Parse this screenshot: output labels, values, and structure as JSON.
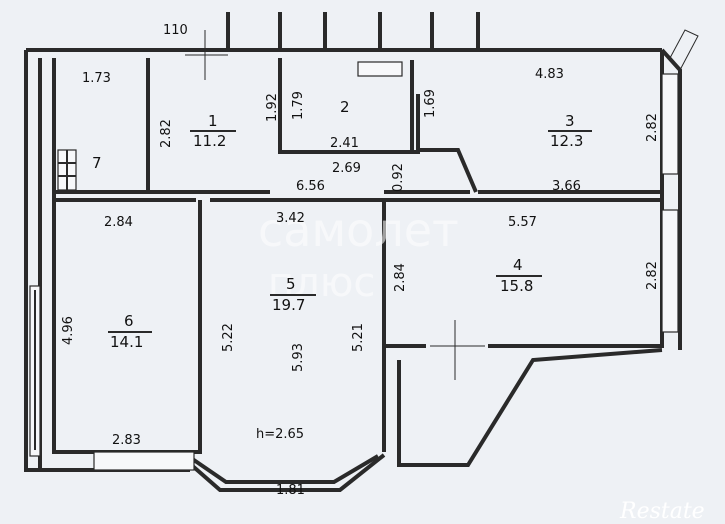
{
  "label_110": "110",
  "height_note": "h=2.65",
  "rooms": [
    {
      "id": "r1",
      "number": "1",
      "area": "11.2"
    },
    {
      "id": "r2",
      "number": "2",
      "area": ""
    },
    {
      "id": "r3",
      "number": "3",
      "area": "12.3"
    },
    {
      "id": "r4",
      "number": "4",
      "area": "15.8"
    },
    {
      "id": "r5",
      "number": "5",
      "area": "19.7"
    },
    {
      "id": "r6",
      "number": "6",
      "area": "14.1"
    },
    {
      "id": "r7",
      "number": "7",
      "area": ""
    }
  ],
  "dims": {
    "d173": "1.73",
    "d282a": "2.82",
    "d192": "1.92",
    "d179": "1.79",
    "d241": "2.41",
    "d269": "2.69",
    "d169": "1.69",
    "d483": "4.83",
    "d282b": "2.82",
    "d092": "0.92",
    "d656": "6.56",
    "d366": "3.66",
    "d284a": "2.84",
    "d342": "3.42",
    "d557": "5.57",
    "d284b": "2.84",
    "d282c": "2.82",
    "d496": "4.96",
    "d522": "5.22",
    "d593": "5.93",
    "d521": "5.21",
    "d283": "2.83",
    "d181": "1.81"
  },
  "watermark": {
    "line1": "самолет",
    "line2": "плюс"
  },
  "brand": "Restate"
}
